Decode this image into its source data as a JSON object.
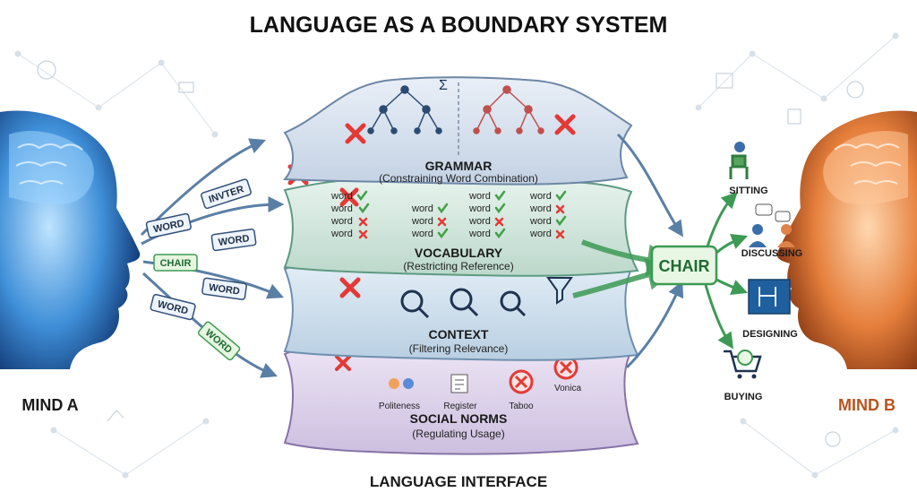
{
  "title": "LANGUAGE AS A BOUNDARY SYSTEM",
  "footer": "LANGUAGE INTERFACE",
  "minds": {
    "left": "MIND A",
    "right": "MIND B"
  },
  "input_tokens": [
    "WORD",
    "INVTER",
    "WORD",
    "CHAIR",
    "WORD",
    "WORD",
    "WORD"
  ],
  "layers": {
    "grammar": {
      "title": "GRAMMAR",
      "subtitle": "(Constraining Word Combination)"
    },
    "vocabulary": {
      "title": "VOCABULARY",
      "subtitle": "(Restricting Reference)",
      "cell_text": "word"
    },
    "context": {
      "title": "CONTEXT",
      "subtitle": "(Filtering Relevance)"
    },
    "social": {
      "title": "SOCIAL NORMS",
      "subtitle": "(Regulating Usage)",
      "items": [
        "Politeness",
        "Register",
        "Taboo",
        "Vonica"
      ]
    }
  },
  "output_word": "CHAIR",
  "outcomes": [
    "SITTING",
    "DISCUSSING",
    "DESIGNING",
    "BUYING"
  ],
  "colors": {
    "mind_a": "#3a86d4",
    "mind_b": "#e0834a",
    "accept": "#43a047",
    "reject": "#e53935",
    "output_box": "#e8f6e4"
  }
}
